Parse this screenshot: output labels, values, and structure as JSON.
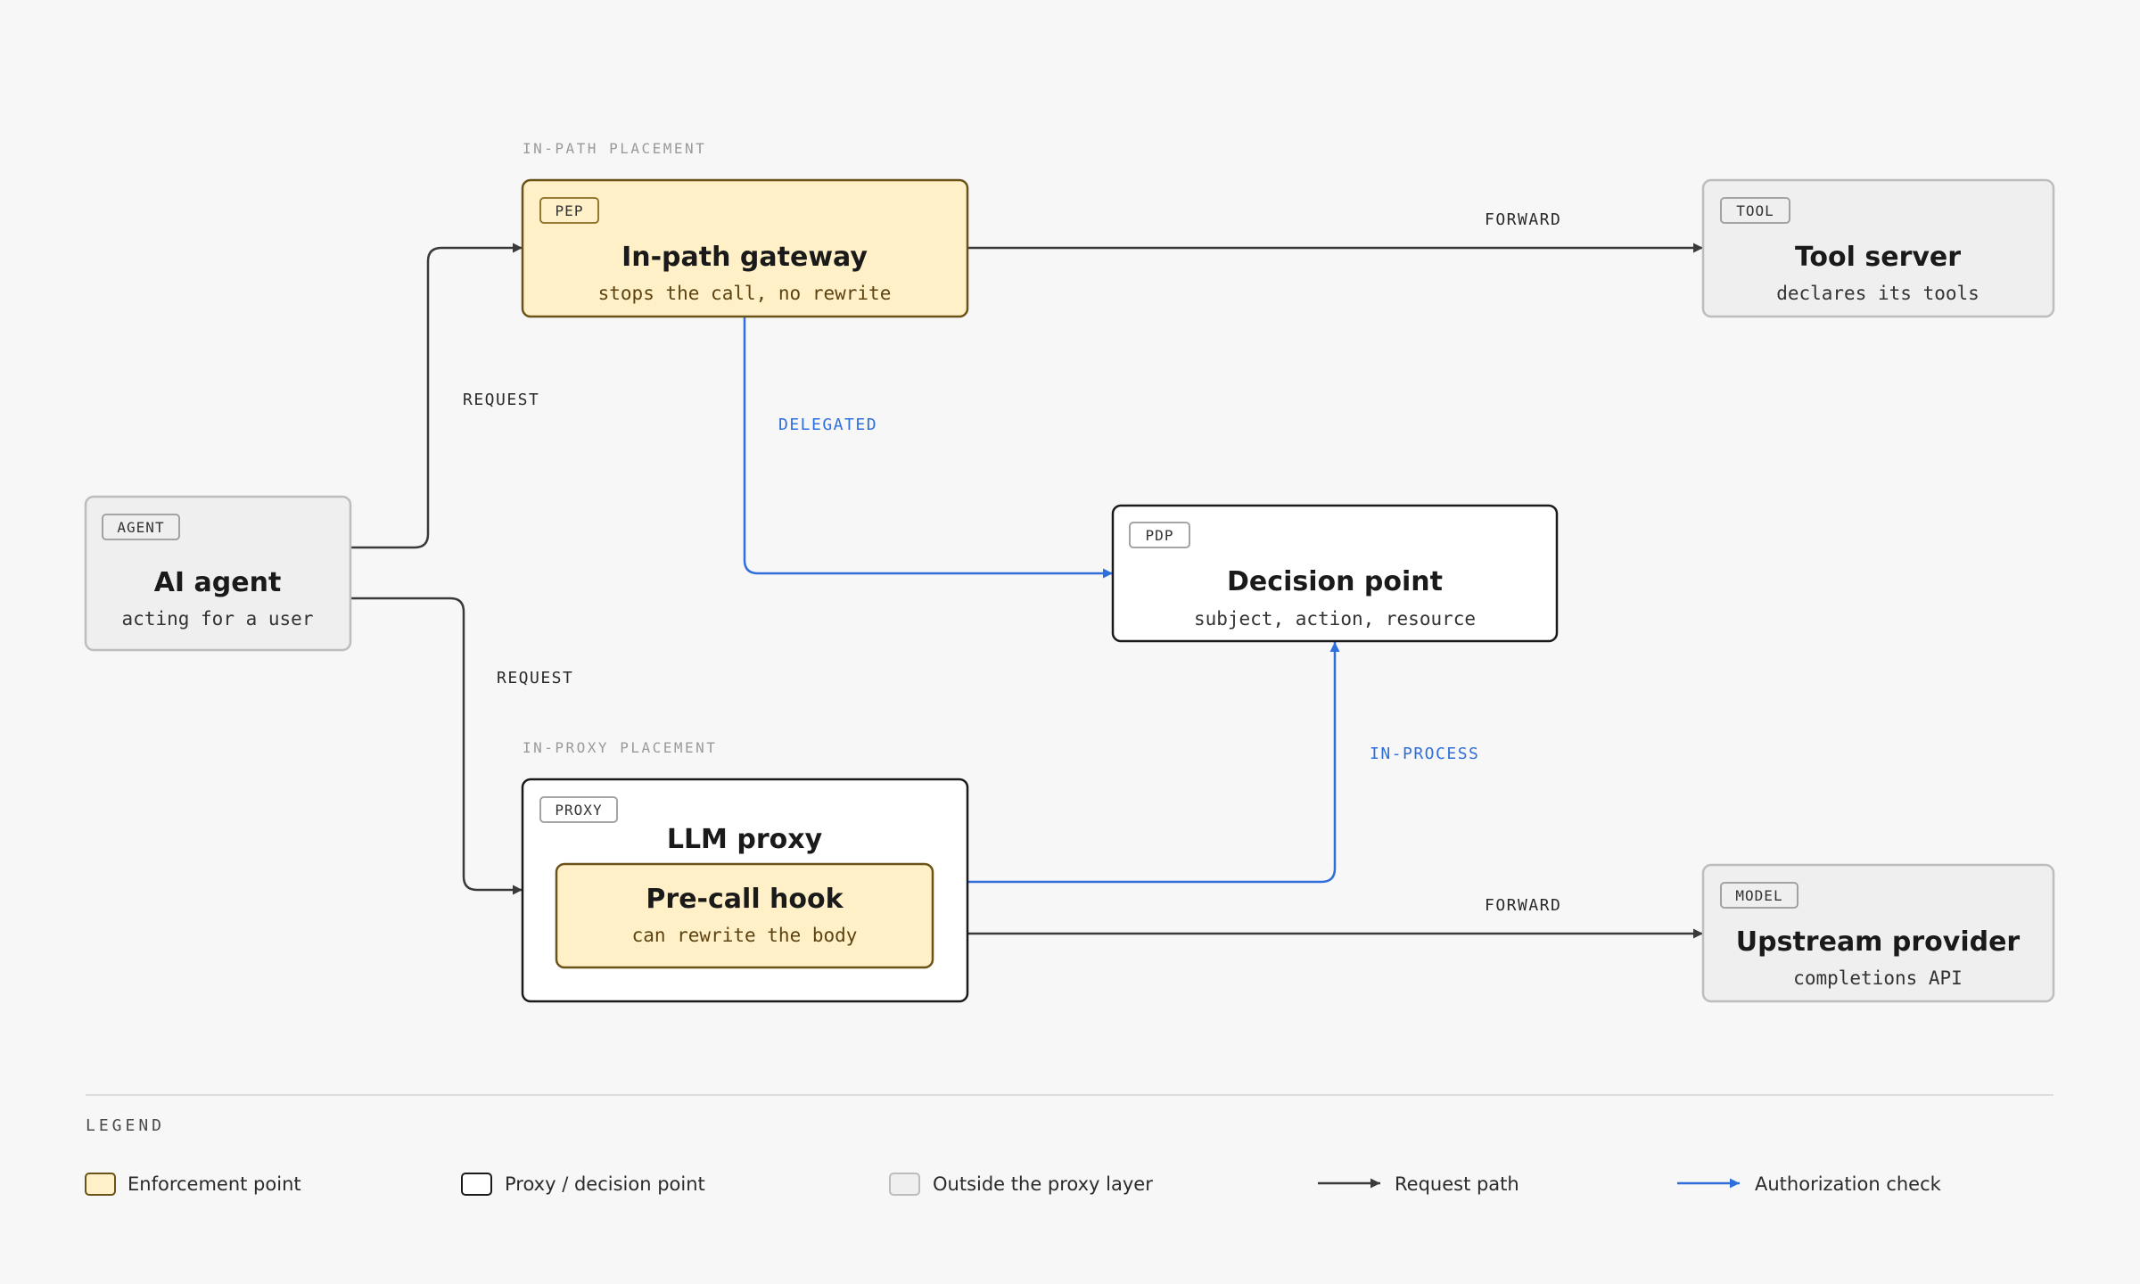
{
  "placements": {
    "in_path": "IN-PATH PLACEMENT",
    "in_proxy": "IN-PROXY PLACEMENT"
  },
  "nodes": {
    "gateway": {
      "tag": "PEP",
      "title": "In-path gateway",
      "subtitle": "stops the call, no rewrite"
    },
    "tool_server": {
      "tag": "TOOL",
      "title": "Tool server",
      "subtitle": "declares its tools"
    },
    "agent": {
      "tag": "AGENT",
      "title": "AI agent",
      "subtitle": "acting for a user"
    },
    "decision_point": {
      "tag": "PDP",
      "title": "Decision point",
      "subtitle": "subject, action, resource"
    },
    "llm_proxy": {
      "tag": "PROXY",
      "title": "LLM proxy"
    },
    "precall_hook": {
      "title": "Pre-call hook",
      "subtitle": "can rewrite the body"
    },
    "upstream": {
      "tag": "MODEL",
      "title": "Upstream provider",
      "subtitle": "completions API"
    }
  },
  "edges": {
    "agent_to_gateway": "REQUEST",
    "agent_to_proxy": "REQUEST",
    "gateway_to_tool": "FORWARD",
    "proxy_to_upstream": "FORWARD",
    "gateway_to_pdp": "DELEGATED",
    "hook_to_pdp": "IN-PROCESS"
  },
  "legend": {
    "title": "LEGEND",
    "items": [
      {
        "label": "Enforcement point",
        "icon": "enforcement-swatch"
      },
      {
        "label": "Proxy / decision point",
        "icon": "proxy-swatch"
      },
      {
        "label": "Outside the proxy layer",
        "icon": "outside-swatch"
      },
      {
        "label": "Request path",
        "icon": "request-arrow-icon"
      },
      {
        "label": "Authorization check",
        "icon": "authorization-arrow-icon"
      }
    ]
  },
  "colors": {
    "background": "#f7f7f7",
    "enforcement_fill": "#fff0c8",
    "enforcement_stroke": "#6b5217",
    "proxy_stroke": "#1a1a1a",
    "outside_fill": "#efefef",
    "outside_stroke": "#bdbdbd",
    "request_arrow": "#3a3a3a",
    "authorization_arrow": "#2f6fdc"
  }
}
